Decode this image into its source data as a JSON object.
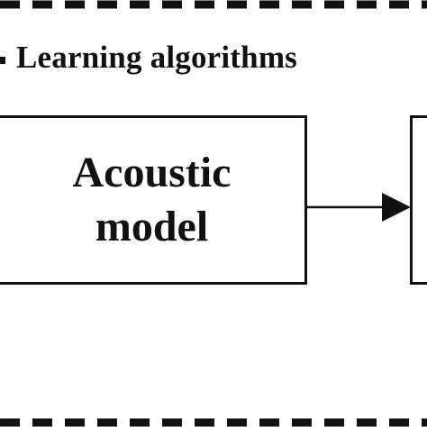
{
  "section": {
    "title": "Learning algorithms"
  },
  "nodes": [
    {
      "label_line1": "Acoustic",
      "label_line2": "model"
    }
  ],
  "colors": {
    "stroke": "#111111",
    "background": "#ffffff"
  },
  "icons": {
    "connector": "arrow-right-icon"
  }
}
